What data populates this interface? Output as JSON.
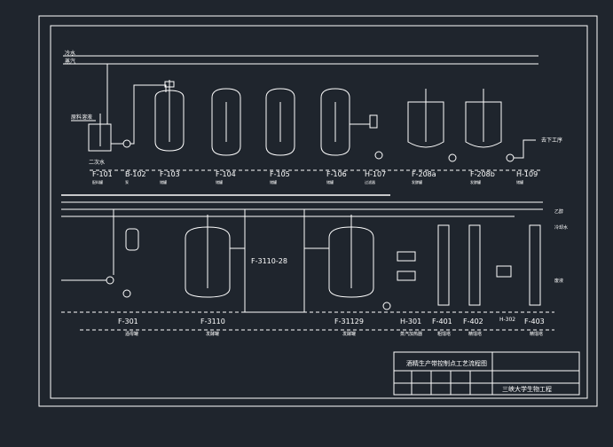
{
  "utilities": {
    "line1": "冷水",
    "line2": "蒸汽"
  },
  "inputs": {
    "feed": "原料溶液"
  },
  "tags_top": {
    "water_label": "二次水",
    "f101": "F-101",
    "b102": "B-102",
    "f103": "F-103",
    "f104": "F-104",
    "f105": "F-105",
    "f106": "F-106",
    "h107": "H-107",
    "f208a": "F-208a",
    "f208b": "F-208b",
    "h109": "H-109",
    "f101_sub": "配料罐",
    "b102_sub": "泵",
    "f103_sub": "储罐",
    "f104_sub": "储罐",
    "f105_sub": "储罐",
    "f106_sub": "储罐",
    "h107_sub": "过滤器",
    "f208a_sub": "发酵罐",
    "f208b_sub": "发酵罐",
    "h109_sub": "储罐",
    "outlet": "去下工序"
  },
  "tags_bottom": {
    "f301": "F-301",
    "f3110": "F-3110",
    "center_box": "F-3110-28",
    "f31129": "F-31129",
    "h301": "H-301",
    "f401": "F-401",
    "f402": "F-402",
    "h302": "H-302",
    "f403": "F-403",
    "f301_sub": "酒母罐",
    "f3110_sub": "发酵罐",
    "f31129_sub": "发酵罐",
    "h301_sub": "蒸汽加热器",
    "f401_sub": "粗馏塔",
    "f402_sub": "精馏塔",
    "f403_sub": "精馏塔",
    "right_label1": "乙醇",
    "right_label2": "冷却水",
    "right_label3": "废液"
  },
  "title_block": {
    "title": "酒精生产带控制点工艺流程图",
    "org": "三峡大学生物工程"
  }
}
